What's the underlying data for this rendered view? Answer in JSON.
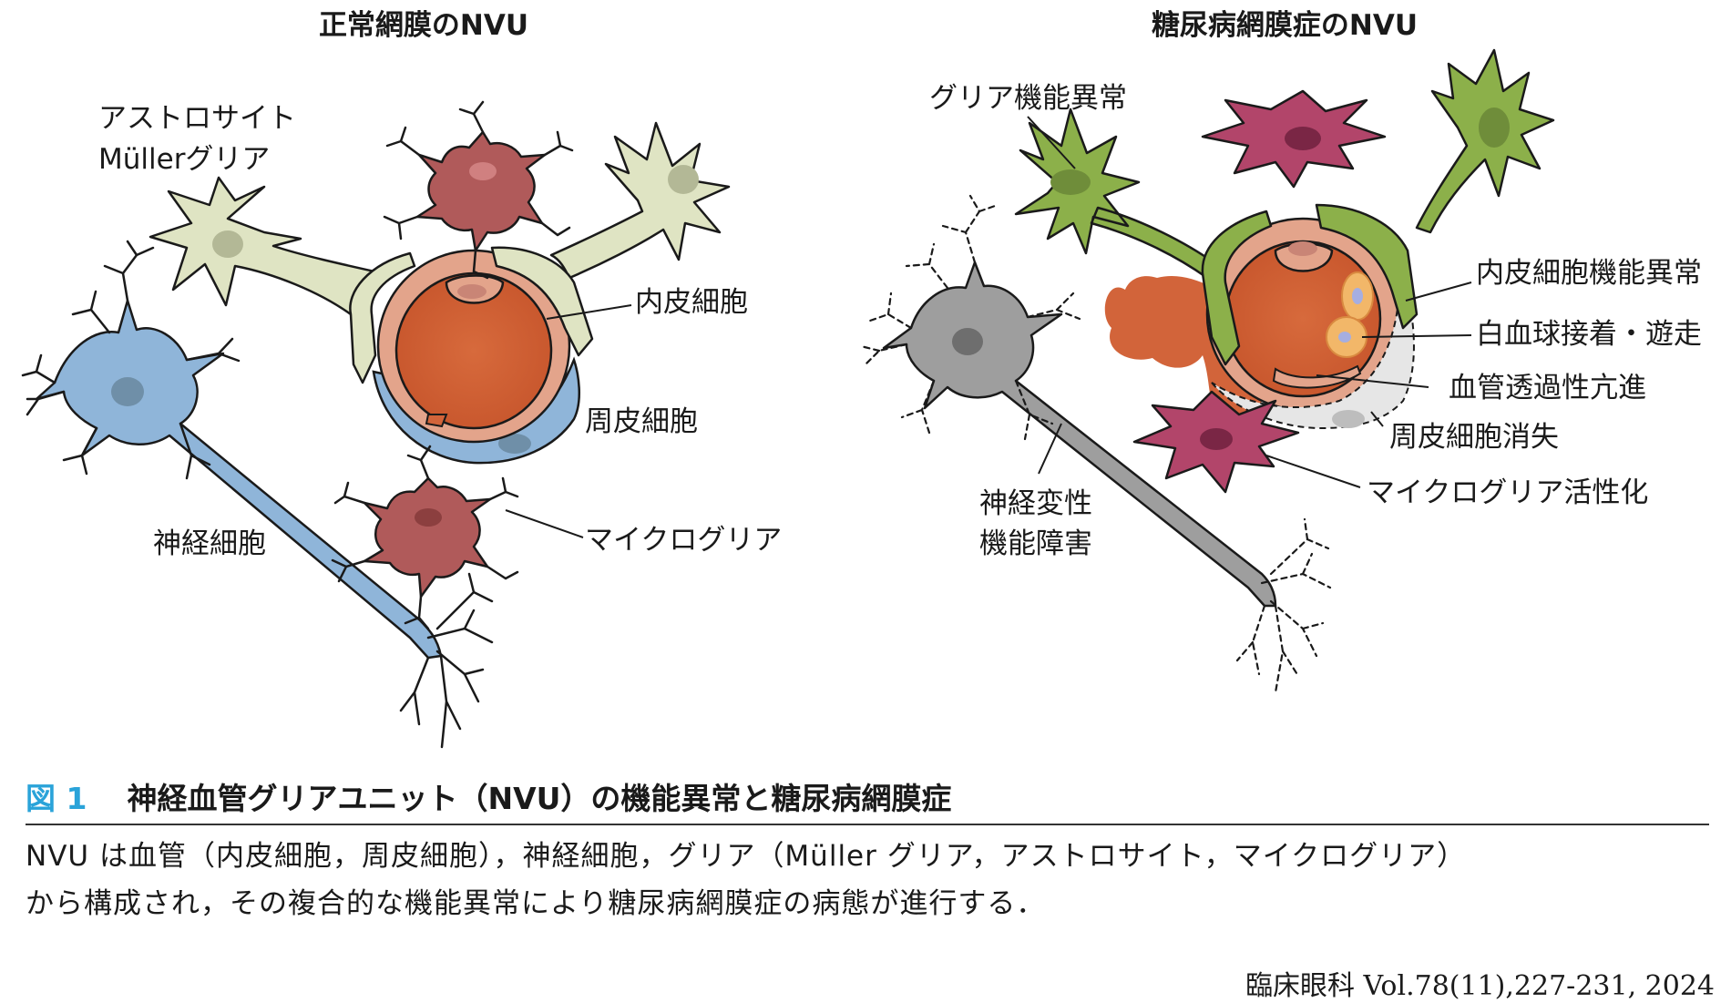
{
  "panels": {
    "normal": {
      "title": "正常網膜のNVU",
      "labels": {
        "astrocyte_line1": "アストロサイト",
        "astrocyte_line2": "Müllerグリア",
        "endothelial": "内皮細胞",
        "pericyte": "周皮細胞",
        "neuron": "神経細胞",
        "microglia": "マイクログリア"
      }
    },
    "diabetic": {
      "title": "糖尿病網膜症のNVU",
      "labels": {
        "glia_dysfunction": "グリア機能異常",
        "endothelial_dysfunction": "内皮細胞機能異常",
        "leukocyte_adhesion": "白血球接着・遊走",
        "vascular_permeability": "血管透過性亢進",
        "pericyte_loss": "周皮細胞消失",
        "microglia_activation": "マイクログリア活性化",
        "neuro_line1": "神経変性",
        "neuro_line2": "機能障害"
      }
    }
  },
  "caption": {
    "figure_number": "図 1",
    "figure_title": "神経血管グリアユニット（NVU）の機能異常と糖尿病網膜症",
    "description_line1": "NVU は血管（内皮細胞，周皮細胞），神経細胞，グリア（Müller グリア，アストロサイト，マイクログリア）",
    "description_line2": "から構成され，その複合的な機能異常により糖尿病網膜症の病態が進行する．"
  },
  "citation": "臨床眼科 Vol.78(11),227-231, 2024",
  "colors": {
    "glia_normal": "#dfe4c3",
    "glia_diabetic": "#8cb04a",
    "neuron_normal": "#8fb5d9",
    "neuron_diabetic": "#9e9e9e",
    "microglia_normal": "#b05a5a",
    "microglia_diabetic": "#b2456a",
    "endothelium": "#e3a48b",
    "blood": "#d2643a",
    "pericyte": "#8fb5d9",
    "caption_accent": "#2aa3d9"
  }
}
